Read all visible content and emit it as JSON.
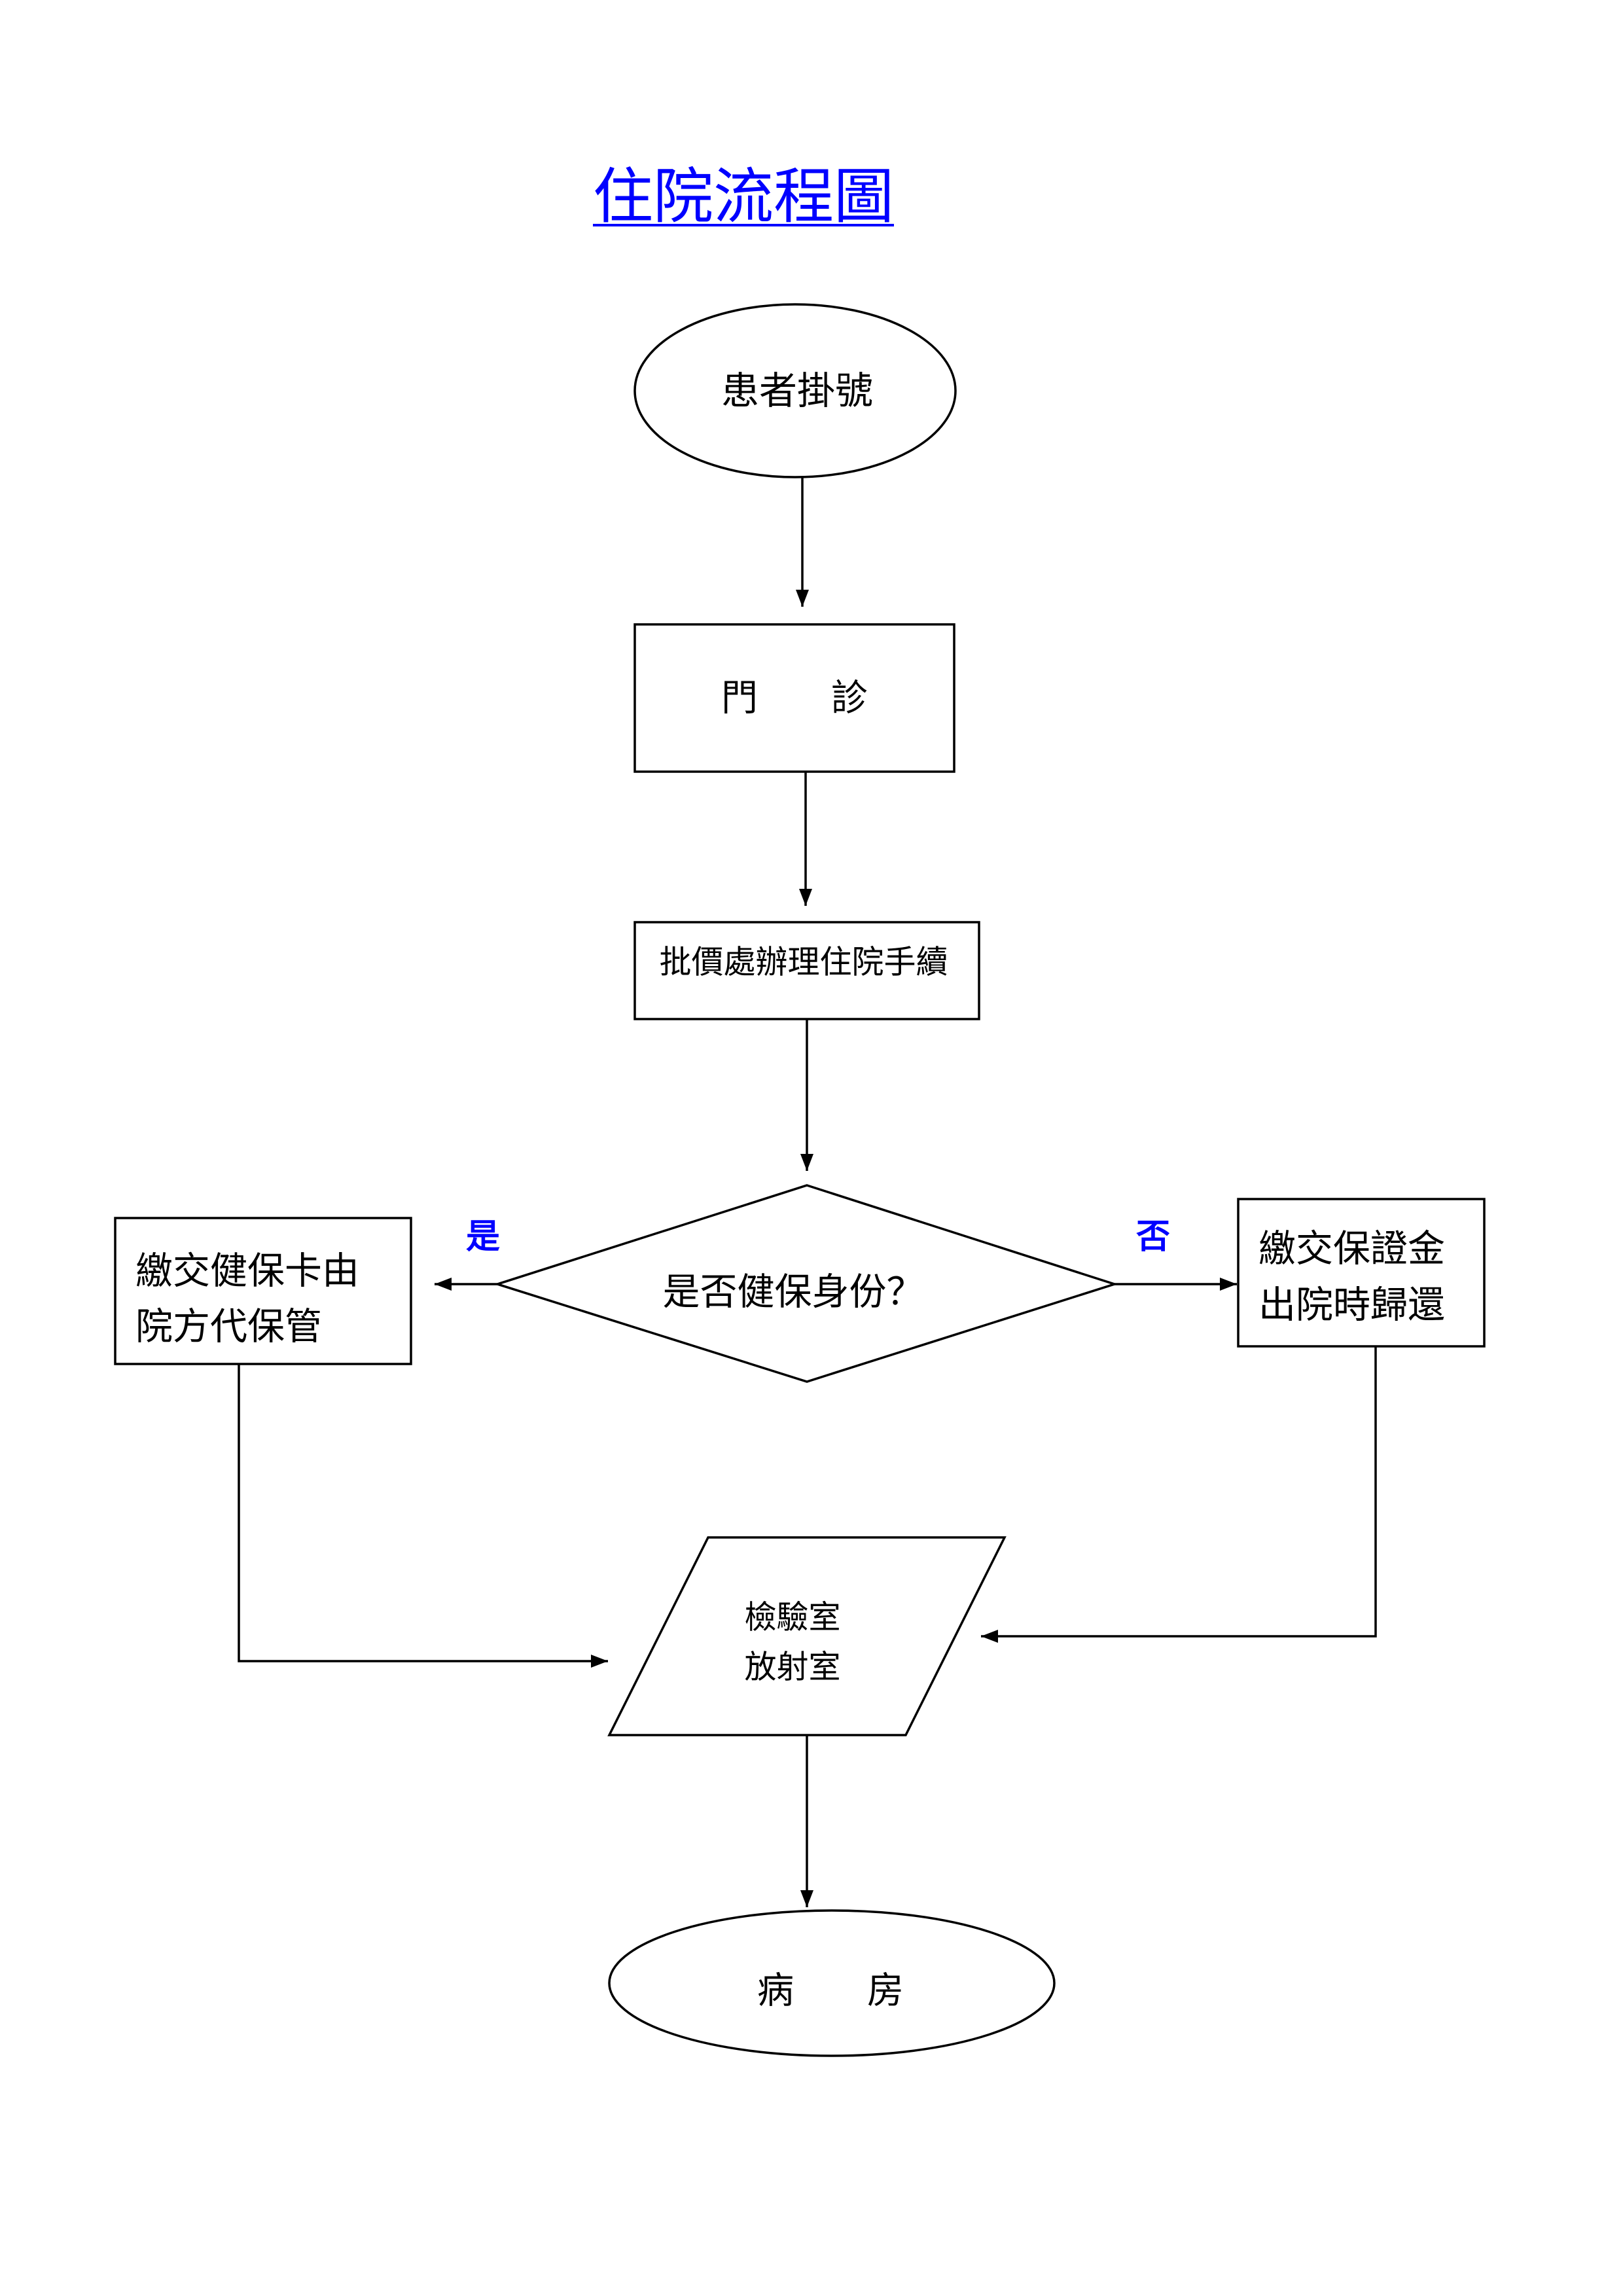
{
  "title": "住院流程圖",
  "colors": {
    "title": "#0000FF",
    "branch_label": "#0000FF",
    "line": "#000000"
  },
  "nodes": {
    "start": {
      "text": "患者掛號"
    },
    "outpatient": {
      "text": "門　　診"
    },
    "admission": {
      "text": "批價處辦理住院手續"
    },
    "decision": {
      "text": "是否健保身份？"
    },
    "yes_branch": {
      "lines": [
        "繳交健保卡由",
        "院方代保管"
      ]
    },
    "no_branch": {
      "lines": [
        "繳交保證金",
        "出院時歸還"
      ]
    },
    "lab": {
      "lines": [
        "檢驗室",
        "放射室"
      ]
    },
    "end": {
      "text": "病　　房"
    }
  },
  "labels": {
    "yes": "是",
    "no": "否"
  }
}
